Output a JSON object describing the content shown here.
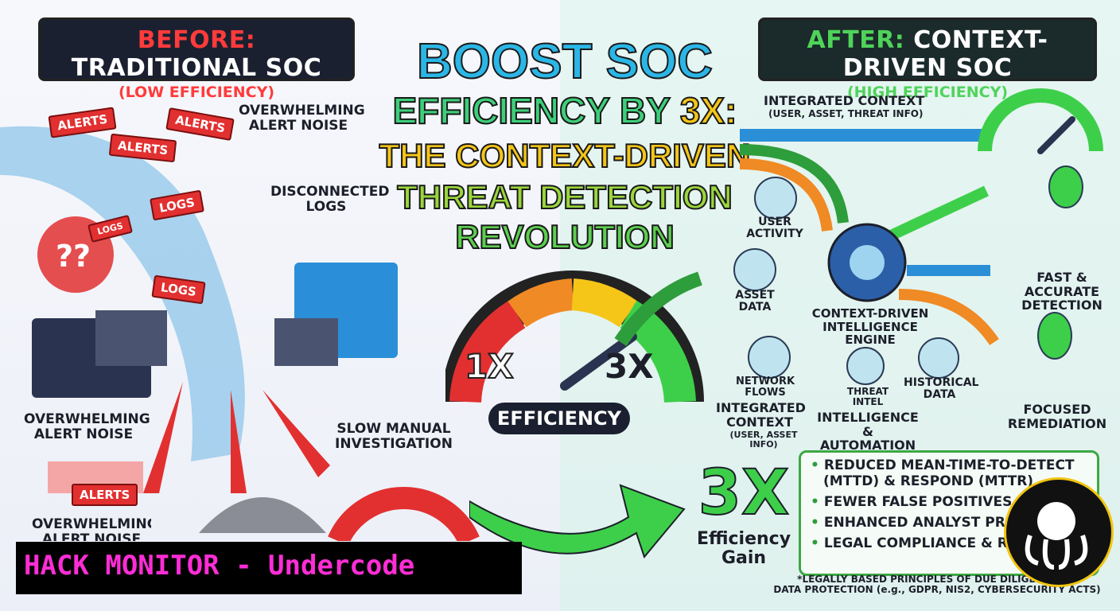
{
  "left_header": {
    "line1_prefix": "BEFORE:",
    "line1_rest": " TRADITIONAL SOC",
    "line2": "(LOW EFFICIENCY)"
  },
  "right_header": {
    "line1_prefix": "AFTER:",
    "line1_rest": " CONTEXT-DRIVEN SOC",
    "line2": "(HIGH EFFICIENCY)"
  },
  "title": {
    "line1": "BOOST SOC",
    "line2_prefix": "EFFICIENCY BY ",
    "line2_highlight": "3X:",
    "line3": "THE CONTEXT-DRIVEN",
    "line4": "THREAT DETECTION",
    "line5": "REVOLUTION"
  },
  "left_labels": {
    "noise_top": "OVERWHELMING\nALERT NOISE",
    "logs": "DISCONNECTED\nLOGS",
    "noise_mid": "OVERWHELMING\nALERT NOISE",
    "slow": "SLOW MANUAL\nINVESTIGATION",
    "noise_bottom": "OVERWHELMING\nALERT NOISE"
  },
  "alert_tags": [
    "ALERTS",
    "ALERTS",
    "ALERTS",
    "LOGS",
    "LOGS",
    "LOGS",
    "ALERTS"
  ],
  "gauge": {
    "low": "1X",
    "high": "3X",
    "label": "EFFICIENCY",
    "level": 0.8
  },
  "right_labels": {
    "integrated_context_title": "INTEGRATED CONTEXT",
    "integrated_context_sub": "(USER, ASSET, THREAT INFO)",
    "user_activity": "USER\nACTIVITY",
    "asset_data": "ASSET\nDATA",
    "engine": "CONTEXT-DRIVEN\nINTELLIGENCE ENGINE",
    "network_flows": "NETWORK\nFLOWS",
    "threat_intel": "THREAT INTEL",
    "historical_data": "HISTORICAL\nDATA",
    "integrated_context2_title": "INTEGRATED\nCONTEXT",
    "integrated_context2_sub": "(USER, ASSET INFO)",
    "intel_automation": "INTELLIGENCE &\nAUTOMATION",
    "fast_detection": "FAST & ACCURATE\nDETECTION",
    "focused_remediation": "FOCUSED\nREMEDIATION"
  },
  "gain": {
    "value": "3X",
    "label": "Efficiency\nGain"
  },
  "benefits": [
    "REDUCED MEAN-TIME-TO-DETECT",
    "(MTTD) & RESPOND (MTTR)",
    "FEWER FALSE POSITIVES",
    "ENHANCED ANALYST PRODU",
    "LEGAL COMPLIANCE & RISK"
  ],
  "footnote": "*LEGALLY BASED PRINCIPLES OF DUE DILIGENCE, EF\nDATA PROTECTION (e.g., GDPR, NIS2, CYBERSECURITY ACTS)",
  "banner": "HACK MONITOR - Undercode",
  "colors": {
    "red": "#e23030",
    "green": "#2e9d3b",
    "blue": "#2b8fd8",
    "orange": "#f08a24",
    "magenta": "#ff2dd6",
    "yellow": "#f5c518"
  }
}
